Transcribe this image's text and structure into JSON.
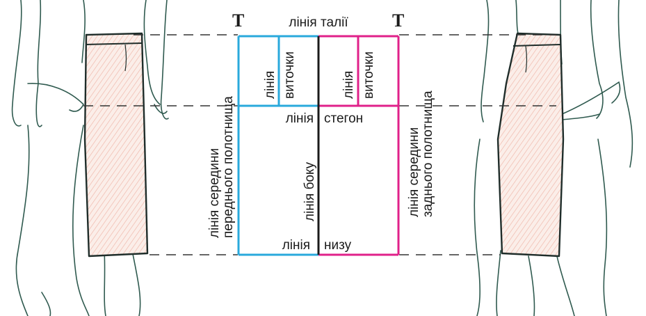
{
  "diagram": {
    "markers": {
      "waist_left": "Т",
      "waist_right": "Т"
    },
    "labels": {
      "waist_line": "лінія талії",
      "front_center_1": "лінія середини",
      "front_center_2": "переднього полотнища",
      "back_center_1": "лінія середини",
      "back_center_2": "заднього полотнища",
      "dart_front_1": "лінія",
      "dart_front_2": "виточки",
      "dart_back_1": "лінія",
      "dart_back_2": "виточки",
      "hip_left": "лінія",
      "hip_right": "стегон",
      "side_line": "лінія боку",
      "hem_left": "лінія",
      "hem_right": "низу"
    },
    "colors": {
      "front_panel": "#29a9dc",
      "back_panel": "#e0218a",
      "side_seam": "#1a1a1a",
      "guide_lines": "#333333",
      "fabric_hatch": "#d9573f",
      "figure_outline": "#2f5a4f"
    }
  }
}
